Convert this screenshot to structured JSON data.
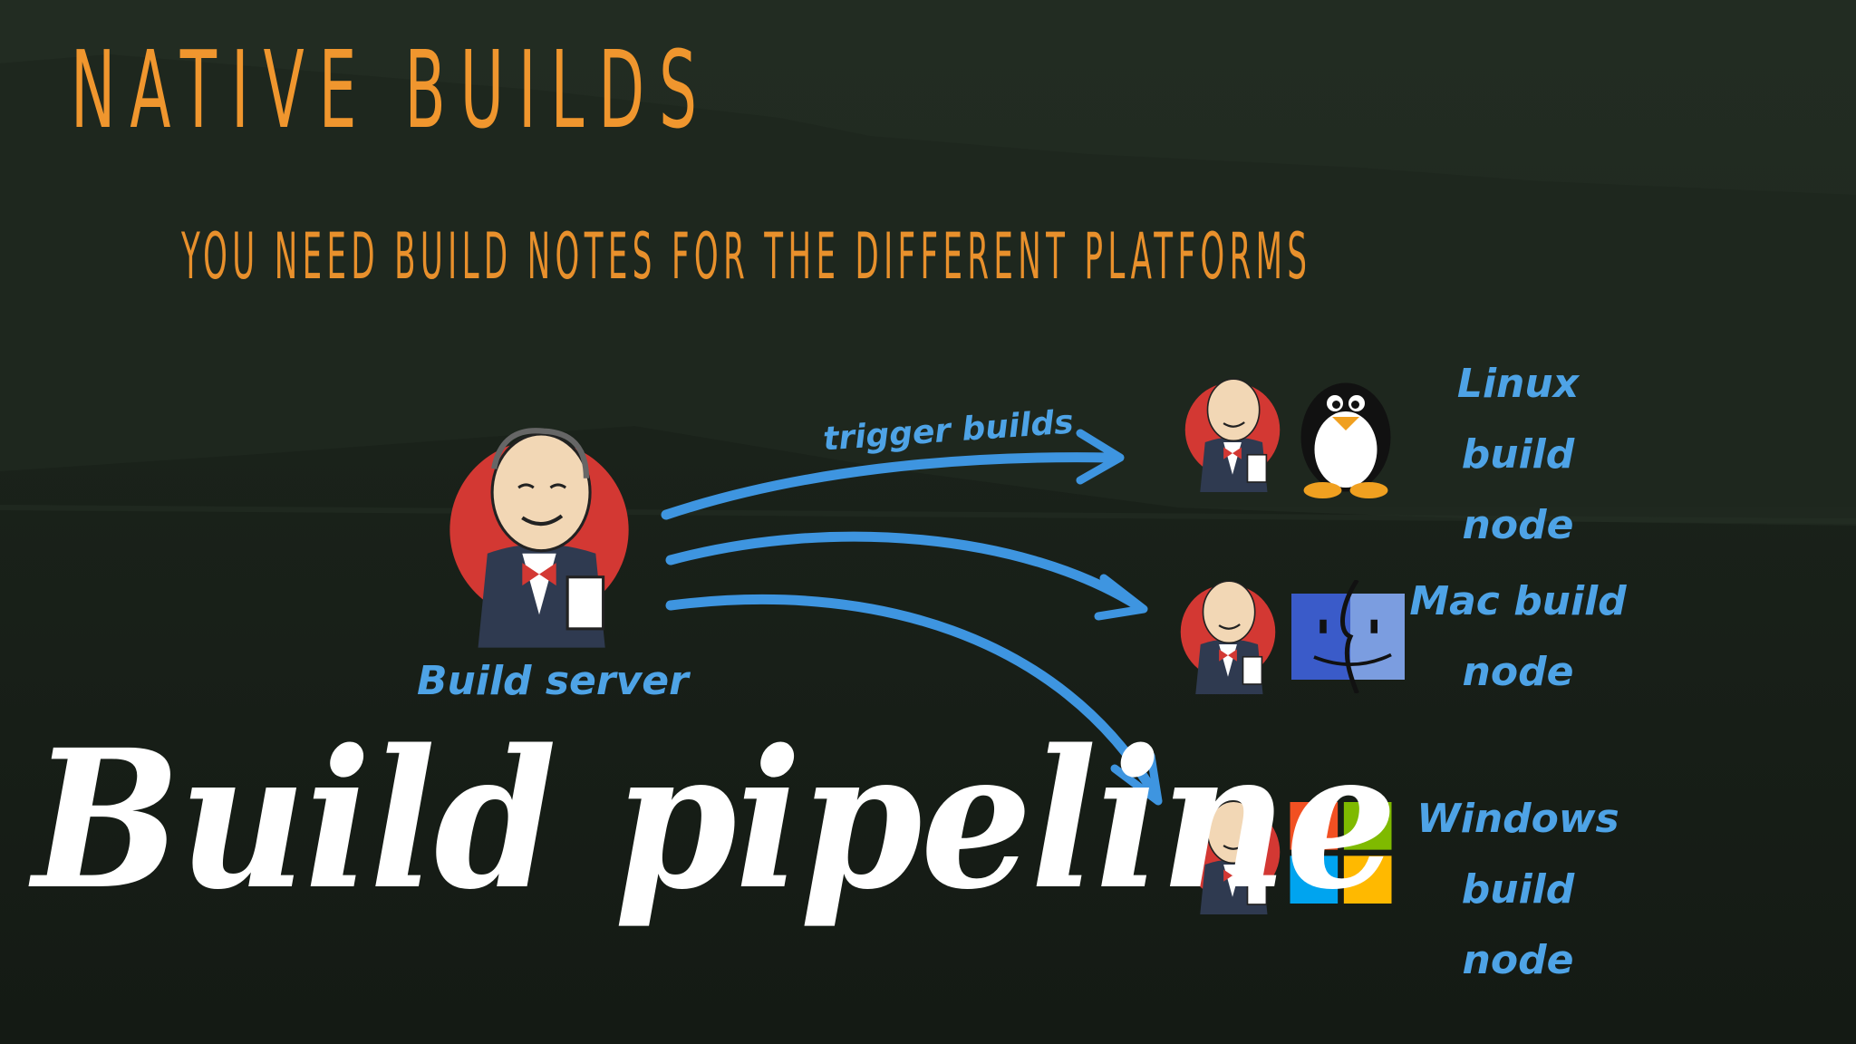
{
  "slide": {
    "title": "NATIVE BUILDS",
    "subtitle": "YOU NEED BUILD NOTES FOR THE DIFFERENT PLATFORMS",
    "caption": "Build pipeline"
  },
  "server": {
    "label": "Build server",
    "icon": "jenkins-butler-icon"
  },
  "arrow_label": "trigger builds",
  "nodes": [
    {
      "id": "linux",
      "icon": "tux-penguin-icon",
      "line1": "Linux build",
      "line2": "node"
    },
    {
      "id": "mac",
      "icon": "mac-finder-icon",
      "line1": "Mac build",
      "line2": "node"
    },
    {
      "id": "windows",
      "icon": "windows-logo-icon",
      "line1": "Windows",
      "line2": "build node"
    }
  ],
  "colors": {
    "title": "#f0962e",
    "accent_blue": "#4ea3e6",
    "caption": "#ffffff",
    "background": "#1d261e",
    "jenkins_red": "#d33833"
  }
}
